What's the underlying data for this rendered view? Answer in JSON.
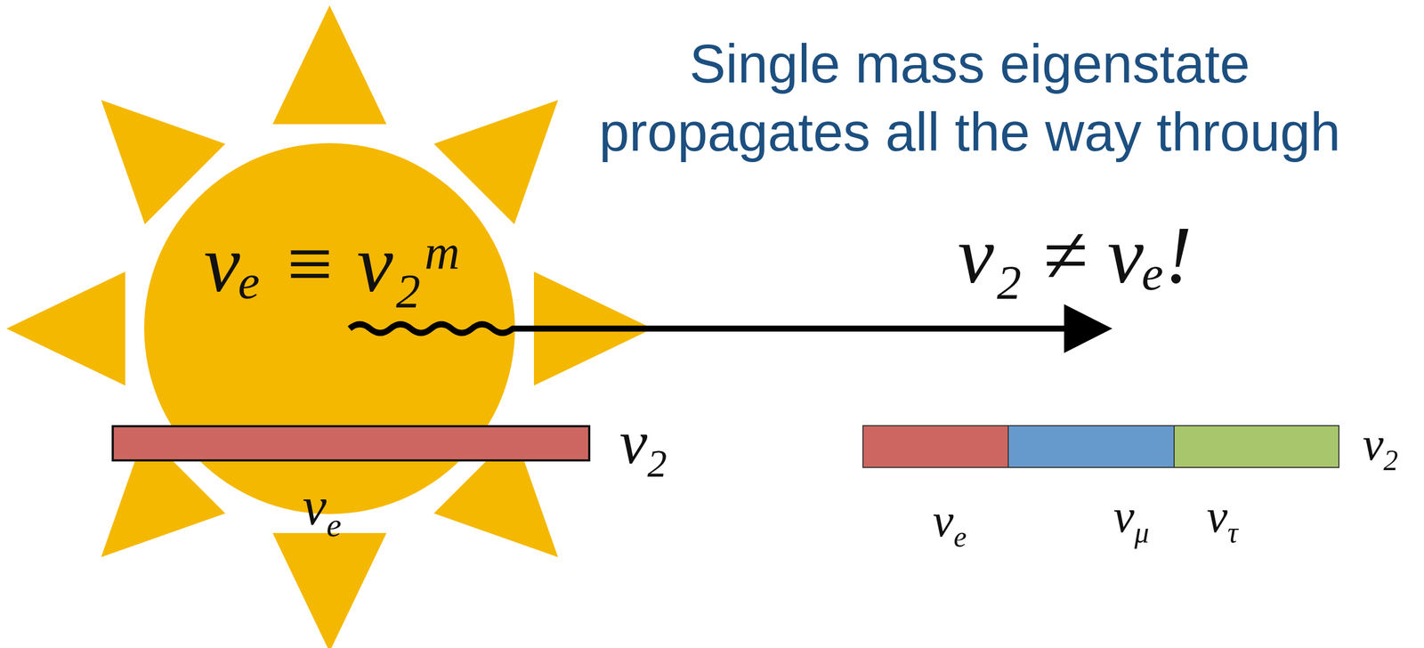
{
  "diagram": {
    "title": "Single mass eigenstate propagates all the way through",
    "nodes": [
      {
        "text": [
          "νₑ ≡ ν₂ᵐ"
        ]
      },
      {
        "text": [
          "ν2",
          "νe"
        ]
      },
      {
        "text": [
          "ν2",
          "νe",
          "νμ",
          "ντ"
        ]
      }
    ],
    "labels": [
      "ν₂ ≠ νₑ!"
    ]
  }
}
